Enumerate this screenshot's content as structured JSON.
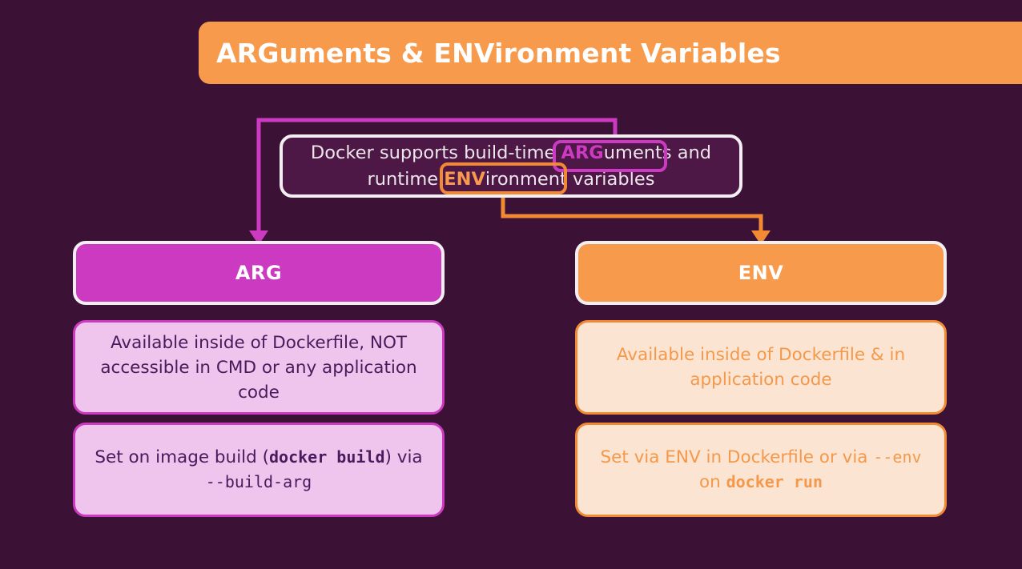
{
  "slide": {
    "background_color": "#3b1236",
    "title": "ARGuments & ENVironment Variables",
    "title_bar_color": "#f89a4c",
    "title_text_color": "#ffffff"
  },
  "description": {
    "line1_prefix": "Docker supports build-time ",
    "line1_arg_highlight": "ARG",
    "line1_arg_rest": "uments",
    "line1_suffix": " and",
    "line2_prefix": "runtime ",
    "line2_env_highlight": "ENV",
    "line2_env_rest": "ironment",
    "line2_suffix": " variables",
    "box_fill": "#4d1746",
    "box_border": "#f3eef2",
    "arg_marker_color": "#cc3ac1",
    "env_marker_color": "#f18a33"
  },
  "columns": [
    {
      "key": "arg",
      "header": "ARG",
      "header_fill": "#cc3ac1",
      "detail_fill": "#efc5ed",
      "detail_border": "#cc3ac1",
      "detail_text_color": "#4a1a5c",
      "details": [
        {
          "text": "Available inside of Dockerfile, NOT accessible in CMD or any application code"
        },
        {
          "prefix": "Set on image build (",
          "code1": "docker build",
          "middle": ") via ",
          "code2": "--build-arg",
          "suffix": ""
        }
      ]
    },
    {
      "key": "env",
      "header": "ENV",
      "header_fill": "#f89a4c",
      "detail_fill": "#fbe4d1",
      "detail_border": "#f18a33",
      "detail_text_color": "#f4994b",
      "details": [
        {
          "text": "Available inside of Dockerfile & in application code"
        },
        {
          "prefix": "Set via ENV in Dockerfile or via ",
          "code1": "--env",
          "middle": " on ",
          "code2": "docker run",
          "suffix": ""
        }
      ]
    }
  ],
  "connectors": {
    "arg_line_color": "#cc3ac1",
    "env_line_color": "#f18a33",
    "arg_label": "arg-connector",
    "env_label": "env-connector"
  }
}
